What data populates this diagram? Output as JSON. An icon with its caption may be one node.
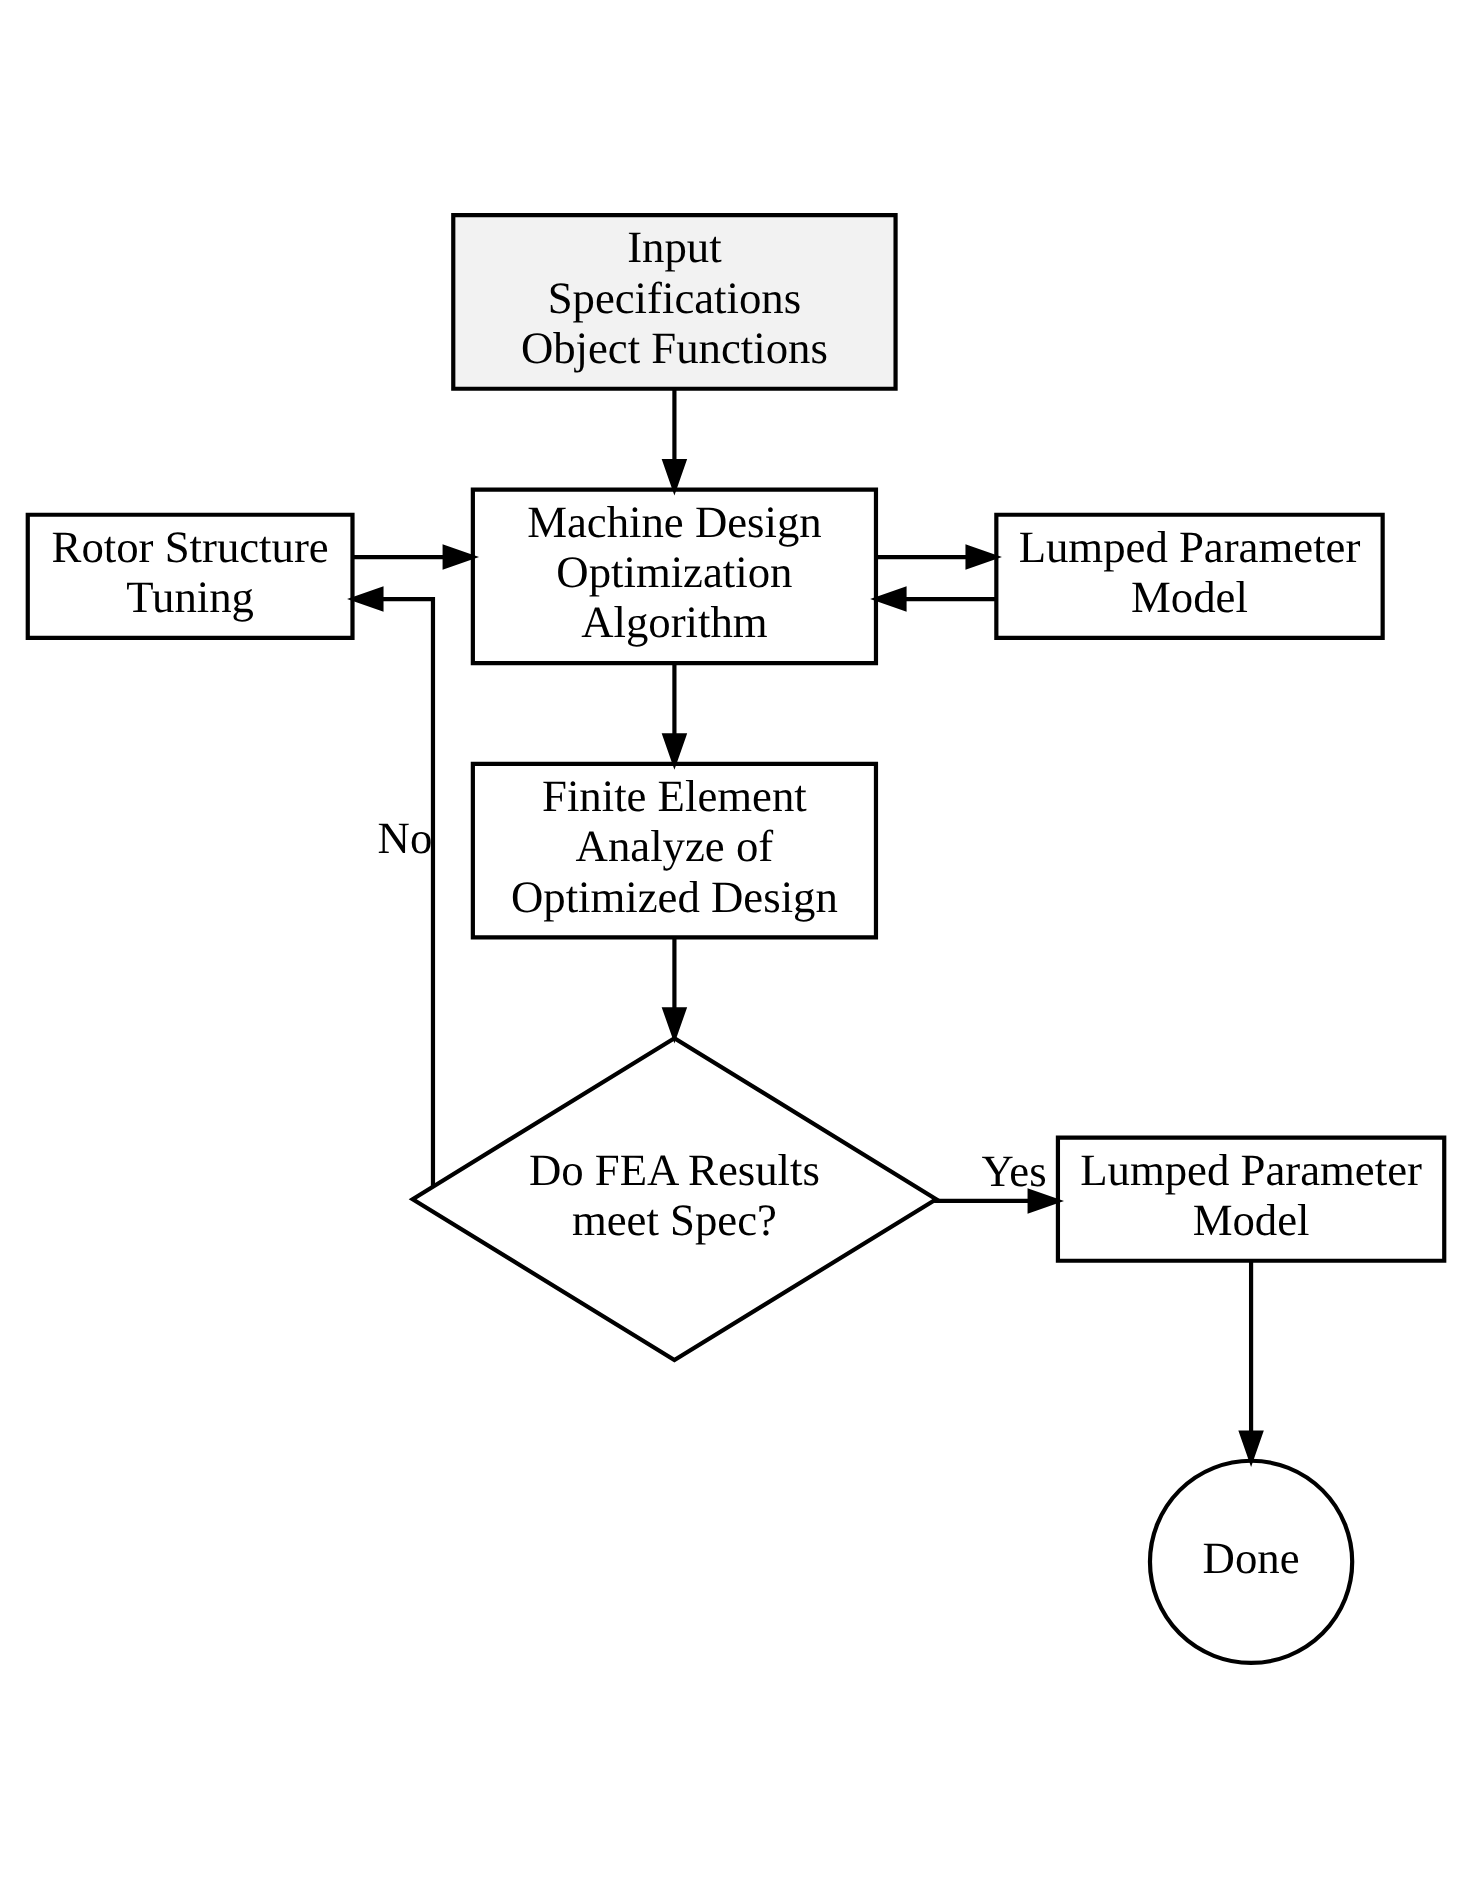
{
  "diagram": {
    "nodes": [
      {
        "text": [
          "Input Specifications Object Functions"
        ]
      },
      {
        "text": [
          "Machine Design Optimization Algorithm"
        ]
      },
      {
        "text": [
          "Lumped Parameter Model"
        ]
      },
      {
        "text": [
          "Rotor Structure Tuning"
        ]
      },
      {
        "text": [
          "Finite Element Analyze of Optimized Design"
        ]
      },
      {
        "text": [
          "Do FEA Results meet Spec?"
        ]
      },
      {
        "text": [
          "Lumped Parameter Model"
        ]
      },
      {
        "text": [
          "Done"
        ]
      }
    ],
    "edges": [
      {
        "from": 0,
        "to": 1,
        "arrow": "to"
      },
      {
        "from": 2,
        "to": 1,
        "arrow": "to"
      },
      {
        "from": 1,
        "to": 2,
        "arrow": "to"
      },
      {
        "from": 1,
        "to": 4,
        "arrow": "to"
      },
      {
        "from": 4,
        "to": 5,
        "arrow": "to"
      },
      {
        "from": 5,
        "to": 6,
        "label": "Yes",
        "arrow": "to"
      },
      {
        "from": 5,
        "to": 3,
        "label": "No",
        "arrow": "to"
      },
      {
        "from": 3,
        "to": 1,
        "arrow": "to"
      },
      {
        "from": 6,
        "to": 7,
        "arrow": "to"
      }
    ]
  }
}
